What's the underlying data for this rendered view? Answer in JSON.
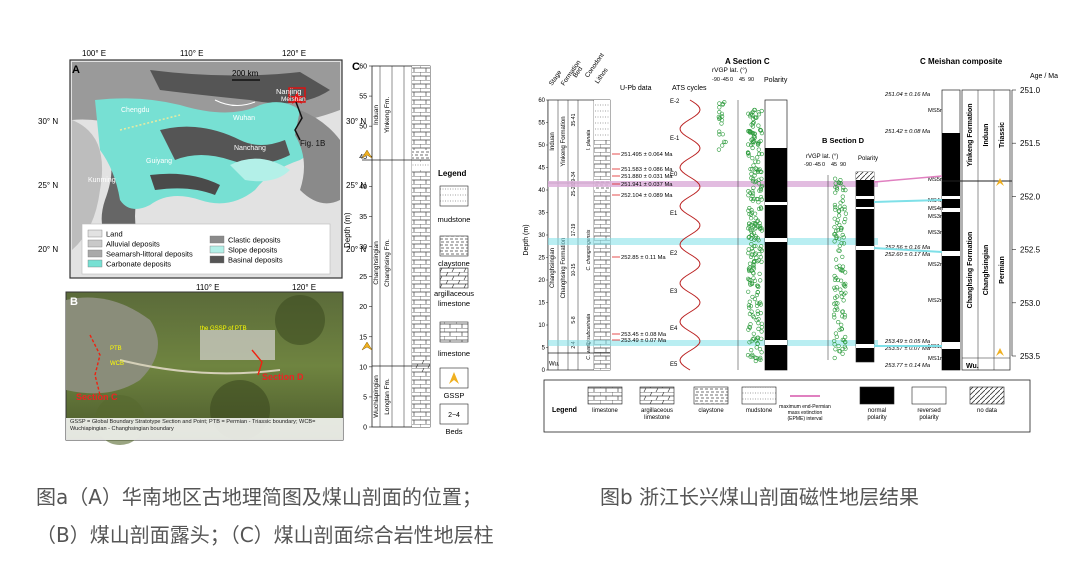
{
  "map": {
    "label_a": "A",
    "lon_labels": [
      "100° E",
      "110° E",
      "120° E"
    ],
    "lat_labels_left": [
      "30° N",
      "25° N",
      "20° N"
    ],
    "lat_labels_right": [
      "30° N",
      "25° N",
      "20° N"
    ],
    "bottom_lon": [
      "110° E",
      "120° E"
    ],
    "scale": "200 km",
    "places": [
      "Nanjing",
      "Meishan",
      "Wuhan",
      "Chengdu",
      "Guiyang",
      "Nanchang",
      "Kunming"
    ],
    "fig_ref": "Fig. 1B",
    "legend": [
      {
        "label": "Land",
        "color": "#e2e2e2"
      },
      {
        "label": "Alluvial deposits",
        "color": "#c9c9c9"
      },
      {
        "label": "Seamarsh-littoral deposits",
        "color": "#a9a9a9"
      },
      {
        "label": "Carbonate deposits",
        "color": "#77e0d3"
      },
      {
        "label": "Clastic deposits",
        "color": "#8a8a8a"
      },
      {
        "label": "Slope deposits",
        "color": "#b3f0e8"
      },
      {
        "label": "Basinal deposits",
        "color": "#555555"
      }
    ],
    "colors": {
      "sea": "#77e0d3",
      "land": "#e2e2e2",
      "dark": "#555555",
      "frame": "#333333"
    }
  },
  "photo": {
    "label_b": "B",
    "labels": [
      "the GSSP of PTB",
      "PTB",
      "WCB",
      "Section C",
      "Section D"
    ],
    "note": "GSSP = Global Boundary Stratotype Section and Point; PTB = Permian - Triassic boundary; WCB= Wuchiapingian - Changhsingian boundary"
  },
  "column_c": {
    "label_c": "C",
    "depth_ticks": [
      "0",
      "5",
      "10",
      "15",
      "20",
      "25",
      "30",
      "35",
      "40",
      "45",
      "50",
      "55",
      "60"
    ],
    "depth_label": "Depth (m)",
    "stages": [
      "Induan",
      "Changhsingian",
      "Wuchiapingian"
    ],
    "formations": [
      "Yinkeng Fm.",
      "Changhsing Fm.",
      "Longtan Fm."
    ],
    "legend_title": "Legend",
    "legend": [
      "mudstone",
      "claystone",
      "argillaceous limestone",
      "limestone",
      "GSSP",
      "Beds"
    ],
    "beds_sample": "2~4"
  },
  "section_c": {
    "title": "A Section C",
    "headers": [
      "Stage",
      "Formation",
      "Bed",
      "Conodont",
      "Lithos",
      "U-Pb data",
      "ATS cycles",
      "rVGP lat. (°)",
      "Polarity"
    ],
    "depth_label": "Depth (m)",
    "depth_ticks": [
      "0",
      "5",
      "10",
      "15",
      "20",
      "25",
      "30",
      "35",
      "40",
      "45",
      "50",
      "55",
      "60"
    ],
    "vgp_ticks": [
      "-90",
      "-45",
      "0",
      "45",
      "90"
    ],
    "ages": [
      "251.495 ± 0.064 Ma",
      "251.583 ± 0.086 Ma",
      "251.880 ± 0.031 Ma",
      "251.941 ± 0.037 Ma",
      "252.104 ± 0.089 Ma",
      "252.85 ± 0.11 Ma",
      "253.45 ± 0.08 Ma",
      "253.49 ± 0.07 Ma"
    ],
    "cycles": [
      "E-2",
      "E-1",
      "E0",
      "E1",
      "E2",
      "E3",
      "E4",
      "E5"
    ],
    "stages": [
      "Induan",
      "Changhsingian",
      "Wu."
    ],
    "formations": [
      "Yinkeng Formation",
      "Changhsing Formation"
    ],
    "beds": [
      "35-41",
      "29-34",
      "25-28",
      "17-19",
      "10-15",
      "5-8",
      "2-4"
    ],
    "conodonts": [
      "I. planata",
      "C. changxingensis",
      "C. subcarinata",
      "C. wangi"
    ]
  },
  "section_d": {
    "title": "B Section D",
    "vgp_label": "rVGP lat. (°)",
    "vgp_ticks": [
      "-90",
      "-45",
      "0",
      "45",
      "90"
    ],
    "polarity_label": "Polarity"
  },
  "composite": {
    "title": "C Meishan composite",
    "age_label": "Age / Ma",
    "age_ticks": [
      "251.0",
      "251.5",
      "252.0",
      "252.5",
      "253.0",
      "253.5"
    ],
    "ages": [
      "251.04 ± 0.16 Ma",
      "251.42 ± 0.08 Ma",
      "252.56 ± 0.16 Ma",
      "252.60 ± 0.17 Ma",
      "253.49 ± 0.05 Ma",
      "253.57 ± 0.07 Ma",
      "253.77 ± 0.14 Ma"
    ],
    "zones": [
      "MS5r",
      "MS5n",
      "MS4r",
      "MS4n",
      "MS3r",
      "MS3n",
      "MS2r",
      "MS2n",
      "MS1r",
      "MS1n"
    ],
    "formations": [
      "Yinkeng Formation",
      "Changhsing Formation"
    ],
    "stages": [
      "Induan",
      "Changhsingian"
    ],
    "systems": [
      "Triassic",
      "Permian"
    ],
    "wu": "Wu."
  },
  "legend_b": {
    "title": "Legend",
    "items": [
      "limestone",
      "argillaceous limestone",
      "claystone",
      "mudstone",
      "maximum end-Permian mass extinction (EPME) interval",
      "normal polarity",
      "reversed polarity",
      "no data"
    ]
  },
  "captions": {
    "a_line1": "图a（A）华南地区古地理简图及煤山剖面的位置；",
    "a_line2": "（B）煤山剖面露头；（C）煤山剖面综合岩性地层柱",
    "b": "图b 浙江长兴煤山剖面磁性地层结果"
  }
}
